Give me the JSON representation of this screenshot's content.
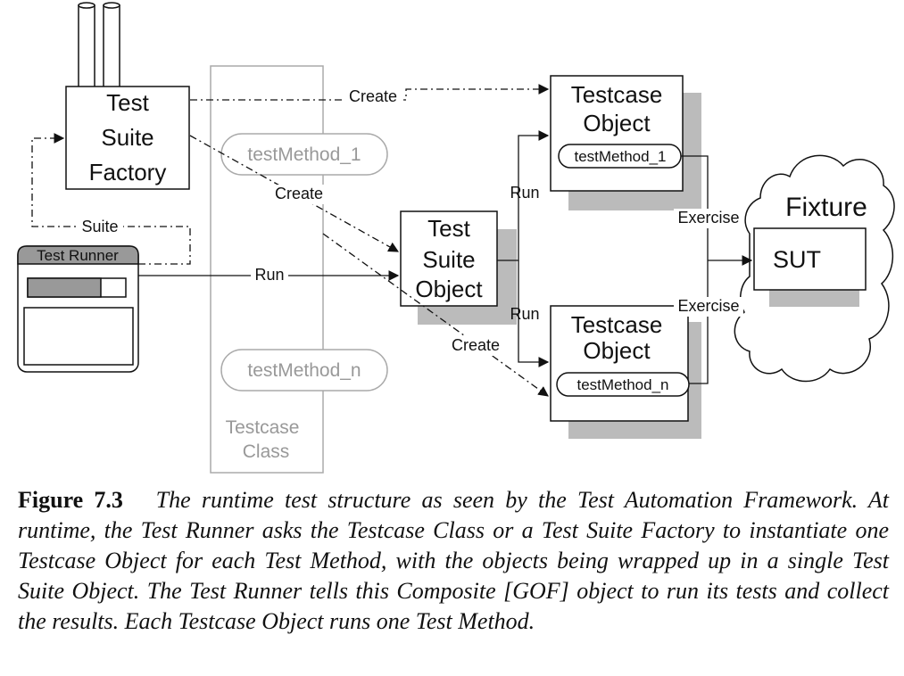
{
  "diagram": {
    "boxes": {
      "test_suite_factory": [
        "Test",
        "Suite",
        "Factory"
      ],
      "test_runner": "Test Runner",
      "testcase_class": [
        "Testcase",
        "Class"
      ],
      "test_method_1": "testMethod_1",
      "test_method_n": "testMethod_n",
      "test_suite_object": [
        "Test",
        "Suite",
        "Object"
      ],
      "testcase_object_top": [
        "Testcase",
        "Object"
      ],
      "testcase_object_top_method": "testMethod_1",
      "testcase_object_bottom": [
        "Testcase",
        "Object"
      ],
      "testcase_object_bottom_method": "testMethod_n",
      "fixture": "Fixture",
      "sut": "SUT"
    },
    "labels": {
      "create_top": "Create",
      "create_mid": "Create",
      "create_bottom": "Create",
      "suite": "Suite",
      "run_main": "Run",
      "run_upper": "Run",
      "run_lower": "Run",
      "exercise_upper": "Exercise",
      "exercise_lower": "Exercise"
    }
  },
  "caption": {
    "figure_number": "Figure 7.3",
    "text": "The runtime test structure as seen by the Test Automation Framework. At runtime, the Test Runner asks the Testcase Class or a Test Suite Factory to instantiate one Testcase Object for each Test Method, with the objects being wrapped up in a single Test Suite Object. The Test Runner tells this Composite [GOF] object to run its tests and collect the results. Each Testcase Object runs one Test Method."
  }
}
